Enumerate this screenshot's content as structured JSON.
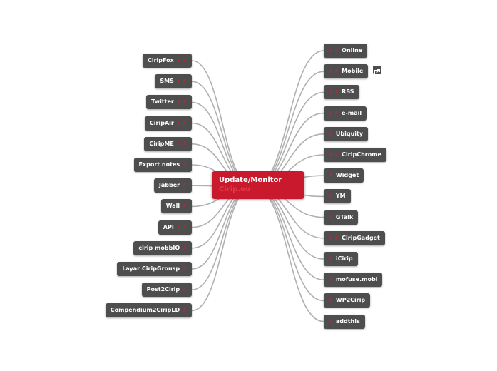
{
  "center": {
    "title": "Update/Monitor",
    "subtitle": "Cirip.eu"
  },
  "tags": {
    "t2": "✗ ✗",
    "t1": "✗"
  },
  "left_nodes": [
    {
      "label": "CiripFox",
      "tag": "t2"
    },
    {
      "label": "SMS",
      "tag": "t2"
    },
    {
      "label": "Twitter",
      "tag": "t2"
    },
    {
      "label": "CiripAir",
      "tag": "t2"
    },
    {
      "label": "CiripME",
      "tag": "t2"
    },
    {
      "label": "Export notes",
      "tag": "t1"
    },
    {
      "label": "Jabber",
      "tag": "t1"
    },
    {
      "label": "Wall",
      "tag": "t1"
    },
    {
      "label": "API",
      "tag": "t2"
    },
    {
      "label": "cirip mobbIQ",
      "tag": "t1"
    },
    {
      "label": "Layar CiripGrousp",
      "tag": "t1"
    },
    {
      "label": "Post2Cirip",
      "tag": "t1"
    },
    {
      "label": "Compendium2CiripLD",
      "tag": "t1"
    }
  ],
  "right_nodes": [
    {
      "label": "Online",
      "tag": "t2"
    },
    {
      "label": "Mobile",
      "tag": "t2"
    },
    {
      "label": "RSS",
      "tag": "t2"
    },
    {
      "label": "e-mail",
      "tag": "t2"
    },
    {
      "label": "Ubiquity",
      "tag": "t1"
    },
    {
      "label": "CiripChrome",
      "tag": "t2"
    },
    {
      "label": "Widget",
      "tag": "t1"
    },
    {
      "label": "YM",
      "tag": "t1"
    },
    {
      "label": "GTalk",
      "tag": "t1"
    },
    {
      "label": "CiripGadget",
      "tag": "t2"
    },
    {
      "label": "iCirip",
      "tag": "t1"
    },
    {
      "label": "mofuse.mobi",
      "tag": "t1"
    },
    {
      "label": "WP2Cirip",
      "tag": "t1"
    },
    {
      "label": "addthis",
      "tag": "t1"
    }
  ],
  "icons": {
    "external_link": "external-link-icon"
  },
  "colors": {
    "center": "#c8192d",
    "node": "#4e4e4e",
    "tag": "#d0202e",
    "link": "#b0b0b0"
  }
}
